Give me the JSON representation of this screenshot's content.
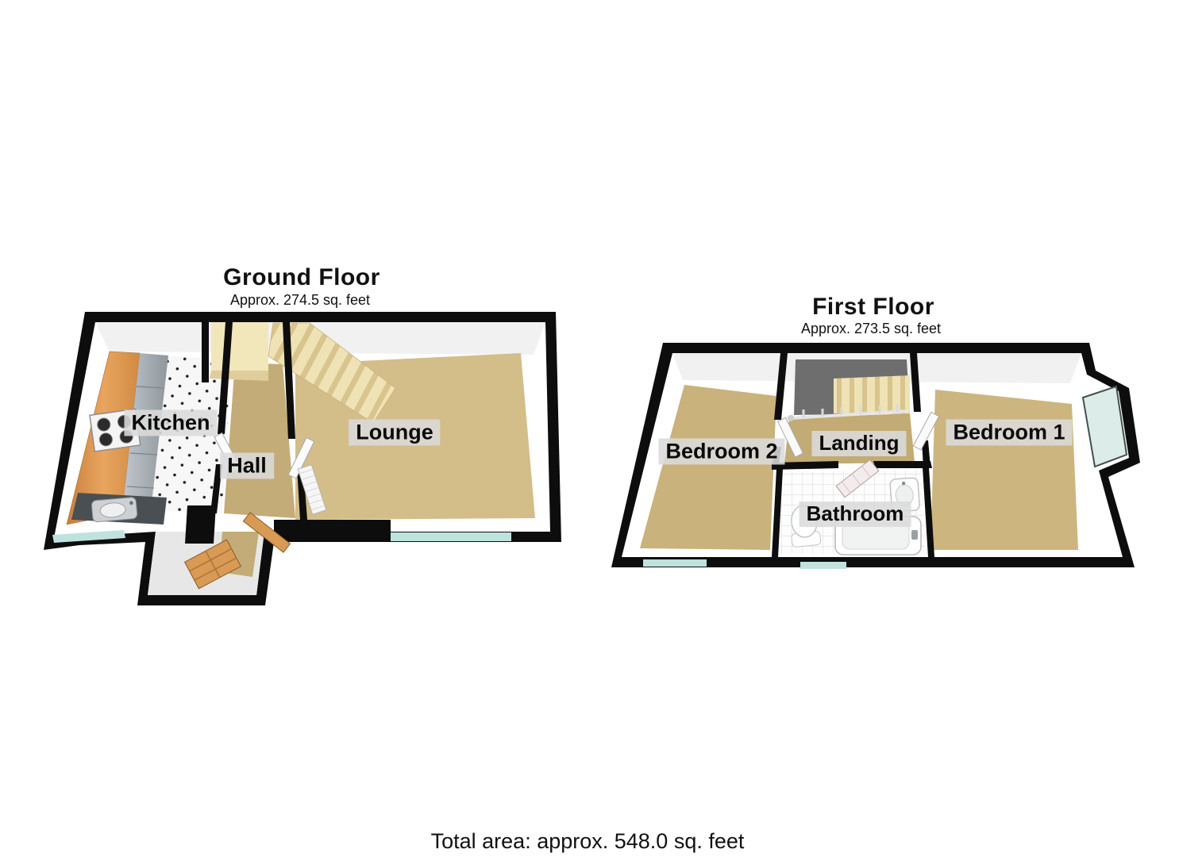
{
  "ground_floor": {
    "title": "Ground Floor",
    "subtitle": "Approx. 274.5 sq. feet",
    "rooms": [
      {
        "label": "Kitchen"
      },
      {
        "label": "Hall"
      },
      {
        "label": "Lounge"
      }
    ]
  },
  "first_floor": {
    "title": "First Floor",
    "subtitle": "Approx. 273.5 sq. feet",
    "rooms": [
      {
        "label": "Bedroom 2"
      },
      {
        "label": "Landing"
      },
      {
        "label": "Bathroom"
      },
      {
        "label": "Bedroom 1"
      }
    ]
  },
  "footer": {
    "total_area": "Total area: approx. 548.0 sq. feet"
  },
  "colors": {
    "wall": "#0d0d0d",
    "interior": "#ffffff",
    "carpet_lounge": "#d3bd89",
    "carpet_hall": "#c3ac77",
    "carpet_bedroom1": "#ccb57f",
    "carpet_bedroom2": "#c9b27b",
    "carpet_landing": "#c2ab74",
    "stairs_cream": "#f2e6bb",
    "stairwell_gray": "#6e6e6e",
    "window_glass": "#bfe2df",
    "bay_window_glass": "#dcede9",
    "kitchen_counter": "#e29a55",
    "wood_door": "#d89a54",
    "sink_counter": "#4a4f54"
  }
}
